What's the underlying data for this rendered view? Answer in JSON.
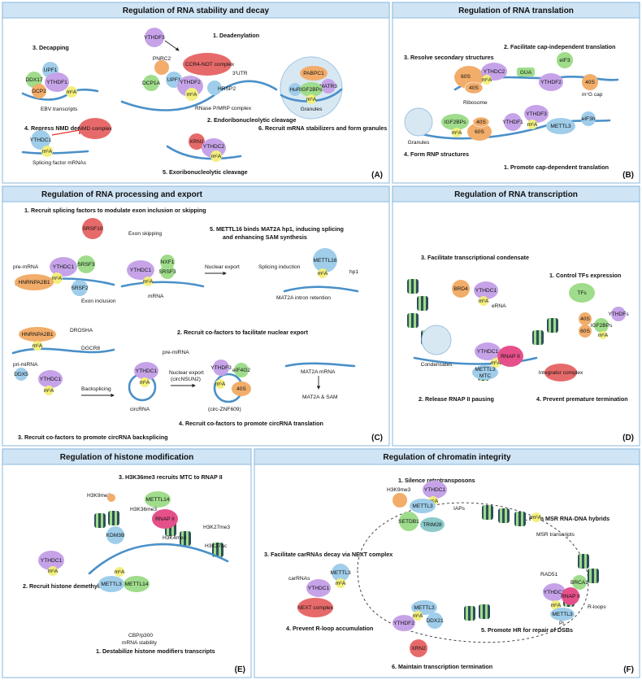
{
  "panels": {
    "A": {
      "title": "Regulation of RNA stability and decay",
      "tag": "(A)",
      "captions": [
        "1. Deadenylation",
        "2. Endoribonucleolytic cleavage",
        "3. Decapping",
        "4. Repress NMD decay",
        "5. Exoribonucleolytic cleavage",
        "6. Recruit mRNA stabilizers and form granules"
      ],
      "labels": {
        "ythdf3": "YTHDF3",
        "ccr4": "CCR4-NOT complex",
        "pnrc2": "PNRC2",
        "dcp1a": "DCP1A",
        "upf1": "UPF1",
        "ythdf2": "YTHDF2",
        "m6a": "m⁶A",
        "hrsp2": "HRSP2",
        "utr": "3'UTR",
        "rnase": "RNase P/MRP complex",
        "upf1b": "UPF1",
        "ddx17": "DDX17",
        "ythdf1": "YTHDF1",
        "dcp2": "DCP2",
        "ebv": "EBV transcripts",
        "nmd": "NMD complex",
        "ythdc1": "YTHDC1",
        "splice": "Splicing factor mRNAs",
        "xrn1": "XRN1",
        "ythdc2": "YTHDC2",
        "pabpc1": "PABPC1",
        "hur": "HuR",
        "matr3": "MATR3",
        "igf2bps": "IGF2BPs",
        "granules": "Granules"
      }
    },
    "B": {
      "title": "Regulation of RNA translation",
      "tag": "(B)",
      "captions": [
        "2. Facilitate cap-independent translation",
        "3. Resolve secondary structures",
        "4. Form RNP structures",
        "1. Promote cap-dependent translation"
      ],
      "labels": {
        "s60": "60S",
        "s40": "40S",
        "ythdc2": "YTHDC2",
        "m6a": "m⁶A",
        "gua": "GUA",
        "eif3": "eIF3",
        "ythdf2": "YTHDF2",
        "cap": "m⁷G cap",
        "ribosome": "Ribosome",
        "granules": "Granules",
        "igf2bps": "IGF2BPs",
        "ythdf1": "YTHDF1",
        "ythdf3": "YTHDF3",
        "mettl3": "METTL3",
        "eif3h": "eIF3h"
      }
    },
    "C": {
      "title": "Regulation of RNA processing and export",
      "tag": "(C)",
      "captions": [
        "1. Recruit splicing factors to modulate exon inclusion or skipping",
        "5. METTL16 binds MAT2A hp1, inducing splicing",
        "and enhancing SAM synthesis",
        "2. Recruit co-factors to facilitate nuclear export",
        "4. Recruit co-factors to promote circRNA translation",
        "3. Recruit co-factors to promote circRNA backsplicing"
      ],
      "labels": {
        "srsf10": "SRSF10",
        "skip": "Exon skipping",
        "premrna": "pre-mRNA",
        "ythdc1": "YTHDC1",
        "srsf3": "SRSF3",
        "m6a": "m⁶A",
        "hnrnpa2b1": "HNRNPA2B1",
        "srsf2": "SRSF2",
        "incl": "Exon inclusion",
        "nxf1": "NXF1",
        "mrna": "mRNA",
        "export": "Nuclear export",
        "mettl16": "METTL16",
        "splind": "Splicing induction",
        "hp1": "hp1",
        "mat2aint": "MAT2A intron retention",
        "drosha": "DROSHA",
        "dgcr8": "DGCR8",
        "primirna": "pri-miRNA",
        "premirna": "pre-miRNA",
        "mat2a": "MAT2A mRNA",
        "sam": "MAT2A & SAM",
        "ddx5": "DDX5",
        "backspl": "Backsplicing",
        "circrna": "circRNA",
        "exportc": "Nuclear export",
        "exportc2": "(circNSUN2)",
        "ythdf3": "YTHDF3",
        "eif4g2": "eIF4G2",
        "s40": "40S",
        "znf": "(circ-ZNF609)"
      }
    },
    "D": {
      "title": "Regulation of RNA transcription",
      "tag": "(D)",
      "captions": [
        "3. Facilitate transcriptional condensate",
        "1. Control TFs expression",
        "2. Release RNAP II pausing",
        "4. Prevent premature termination"
      ],
      "labels": {
        "brd4": "BRD4",
        "ythdc1": "YTHDC1",
        "m6a": "m⁶A",
        "erna": "eRNA",
        "tfs": "TFs",
        "s40": "40S",
        "s60": "60S",
        "igf2bps": "IGF2BPs",
        "ythdfs": "YTHDFs",
        "condensates": "Condensates",
        "rnap": "RNAP II",
        "mettl3": "METTL3",
        "mtc": "MTC",
        "integrator": "Integrator complex"
      }
    },
    "E": {
      "title": "Regulation of histone modification",
      "tag": "(E)",
      "captions": [
        "3. H3K36me3 recruits MTC to RNAP II",
        "2. Recruit histone demethylase",
        "1. Destabilize histone modifiers transcripts"
      ],
      "labels": {
        "h3k9me2": "H3K9me2",
        "mettl14": "METTL14",
        "h3k36": "H3K36me3",
        "kdm3b": "KDM3B",
        "rnap": "RNAP II",
        "h3k27me3": "H3K27me3",
        "h3k4me3": "H3K4me3",
        "h3k27ac": "H3K27ac",
        "ythdc1": "YTHDC1",
        "m6a": "m⁶A",
        "mettl3": "METTL3",
        "mettl14b": "METTL14",
        "cbp": "CBP/p300",
        "stab": "mRNA stability"
      }
    },
    "F": {
      "title": "Regulation of chromatin integrity",
      "tag": "(F)",
      "captions": [
        "1. Silence retrotransposons",
        "2. Form MSR RNA-DNA hybrids",
        "3. Facilitate carRNAs decay via NEXT complex",
        "4. Prevent R-loop accumulation",
        "5. Promote HR for repair of DSBs",
        "6. Maintain transcription termination"
      ],
      "labels": {
        "h3k9me3": "H3K9me3",
        "ythdc1": "YTHDC1",
        "m6a": "m⁶A",
        "mettl3": "METTL3",
        "iaps": "IAPs",
        "setdb1": "SETDB1",
        "trim28": "TRIM28",
        "msr": "MSR transcripts",
        "carrnas": "carRNAs",
        "next": "NEXT complex",
        "rad51": "RAD51",
        "brca1": "BRCA1",
        "rnap": "RNAP II",
        "rloops": "R-loops",
        "pi": "Pi",
        "ythdf2": "YTHDF2",
        "ddx21": "DDX21",
        "xrn2": "XRN2"
      }
    }
  },
  "colors": {
    "panel_header": "#cfe4f5",
    "panel_border": "#9dc3e2",
    "rna": "#4a90c8",
    "m6a": "#f3ef7e",
    "purple": "#c6a3e8",
    "green": "#9fdc8b",
    "orange": "#f2ad6a",
    "blue": "#9fcdea",
    "red": "#e76a6a",
    "teal": "#8cc9c9"
  }
}
